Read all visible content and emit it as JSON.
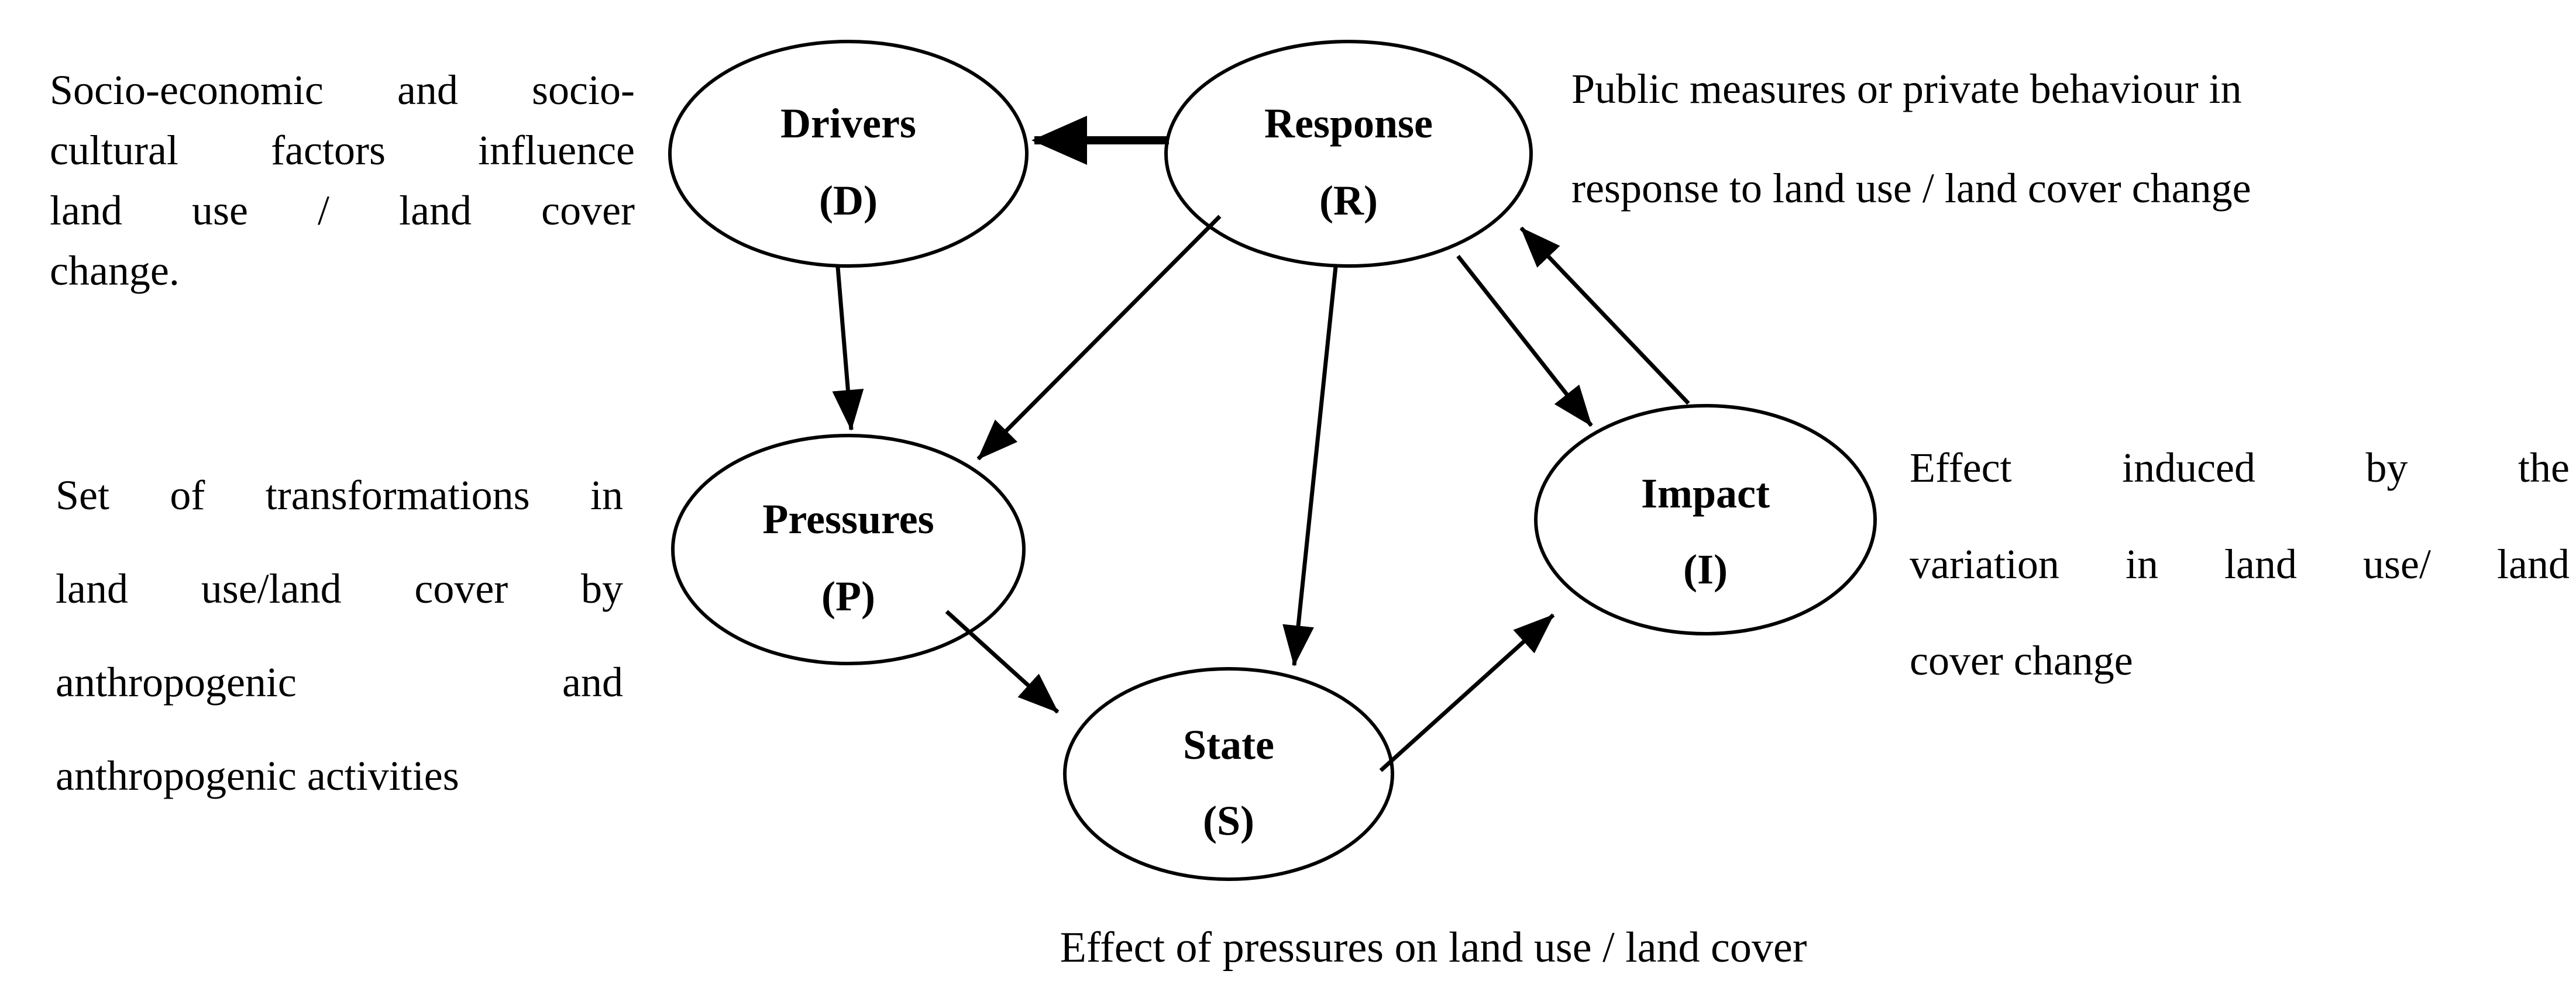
{
  "figure": {
    "type": "dpsir-framework-diagram",
    "background": "#ffffff",
    "ink": "#000000"
  },
  "nodes": {
    "drivers": {
      "label": "Drivers",
      "abbr": "(D)"
    },
    "response": {
      "label": "Response",
      "abbr": "(R)"
    },
    "pressures": {
      "label": "Pressures",
      "abbr": "(P)"
    },
    "state": {
      "label": "State",
      "abbr": "(S)"
    },
    "impact": {
      "label": "Impact",
      "abbr": "(I)"
    }
  },
  "edges": [
    {
      "from": "response",
      "to": "drivers",
      "style": "bold"
    },
    {
      "from": "drivers",
      "to": "pressures",
      "style": "thin"
    },
    {
      "from": "response",
      "to": "pressures",
      "style": "thin"
    },
    {
      "from": "response",
      "to": "state",
      "style": "thin"
    },
    {
      "from": "response",
      "to": "impact",
      "style": "thin"
    },
    {
      "from": "impact",
      "to": "response",
      "style": "thin"
    },
    {
      "from": "pressures",
      "to": "state",
      "style": "thin"
    },
    {
      "from": "state",
      "to": "impact",
      "style": "thin"
    }
  ],
  "annotations": {
    "drivers_note": {
      "lines": {
        "0": "Socio-economic and socio-",
        "1": "cultural factors influence",
        "2": "land use / land cover",
        "3": "change."
      }
    },
    "response_note": {
      "lines": {
        "0": "Public measures or private behaviour in",
        "1": "response to land use / land cover change"
      }
    },
    "pressures_note": {
      "lines": {
        "0": "Set of transformations in",
        "1": "land use/land cover by",
        "2": "anthropogenic and",
        "3": "anthropogenic activities"
      }
    },
    "impact_note": {
      "lines": {
        "0": "Effect induced by the",
        "1": "variation in land use/ land",
        "2": "cover change"
      }
    },
    "state_note": {
      "text": "Effect of pressures on land use / land cover"
    }
  }
}
